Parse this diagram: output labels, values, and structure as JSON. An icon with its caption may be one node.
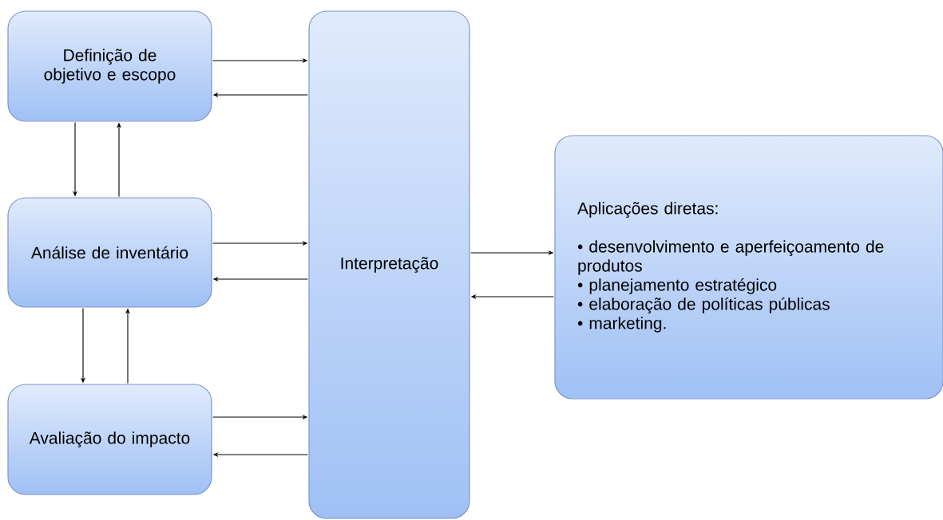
{
  "diagram": {
    "nodes": [
      {
        "text": [
          "Definição de objetivo e escopo"
        ]
      },
      {
        "text": [
          "Análise de inventário"
        ]
      },
      {
        "text": [
          "Avaliação do impacto"
        ]
      },
      {
        "text": [
          "Interpretação"
        ]
      },
      {
        "text": [
          "Aplicações diretas:",
          "• desenvolvimento e aperfeiçoamento de produtos",
          "• planejamento estratégico",
          "• elaboração de políticas públicas",
          "• marketing."
        ]
      }
    ],
    "edges": [
      {
        "from": 0,
        "to": 3,
        "arrow": "to"
      },
      {
        "from": 3,
        "to": 0,
        "arrow": "to"
      },
      {
        "from": 0,
        "to": 1,
        "arrow": "to"
      },
      {
        "from": 1,
        "to": 0,
        "arrow": "to"
      },
      {
        "from": 1,
        "to": 3,
        "arrow": "to"
      },
      {
        "from": 3,
        "to": 1,
        "arrow": "to"
      },
      {
        "from": 1,
        "to": 2,
        "arrow": "to"
      },
      {
        "from": 2,
        "to": 1,
        "arrow": "to"
      },
      {
        "from": 2,
        "to": 3,
        "arrow": "to"
      },
      {
        "from": 3,
        "to": 2,
        "arrow": "to"
      },
      {
        "from": 3,
        "to": 4,
        "arrow": "to"
      },
      {
        "from": 4,
        "to": 3,
        "arrow": "to"
      }
    ]
  }
}
